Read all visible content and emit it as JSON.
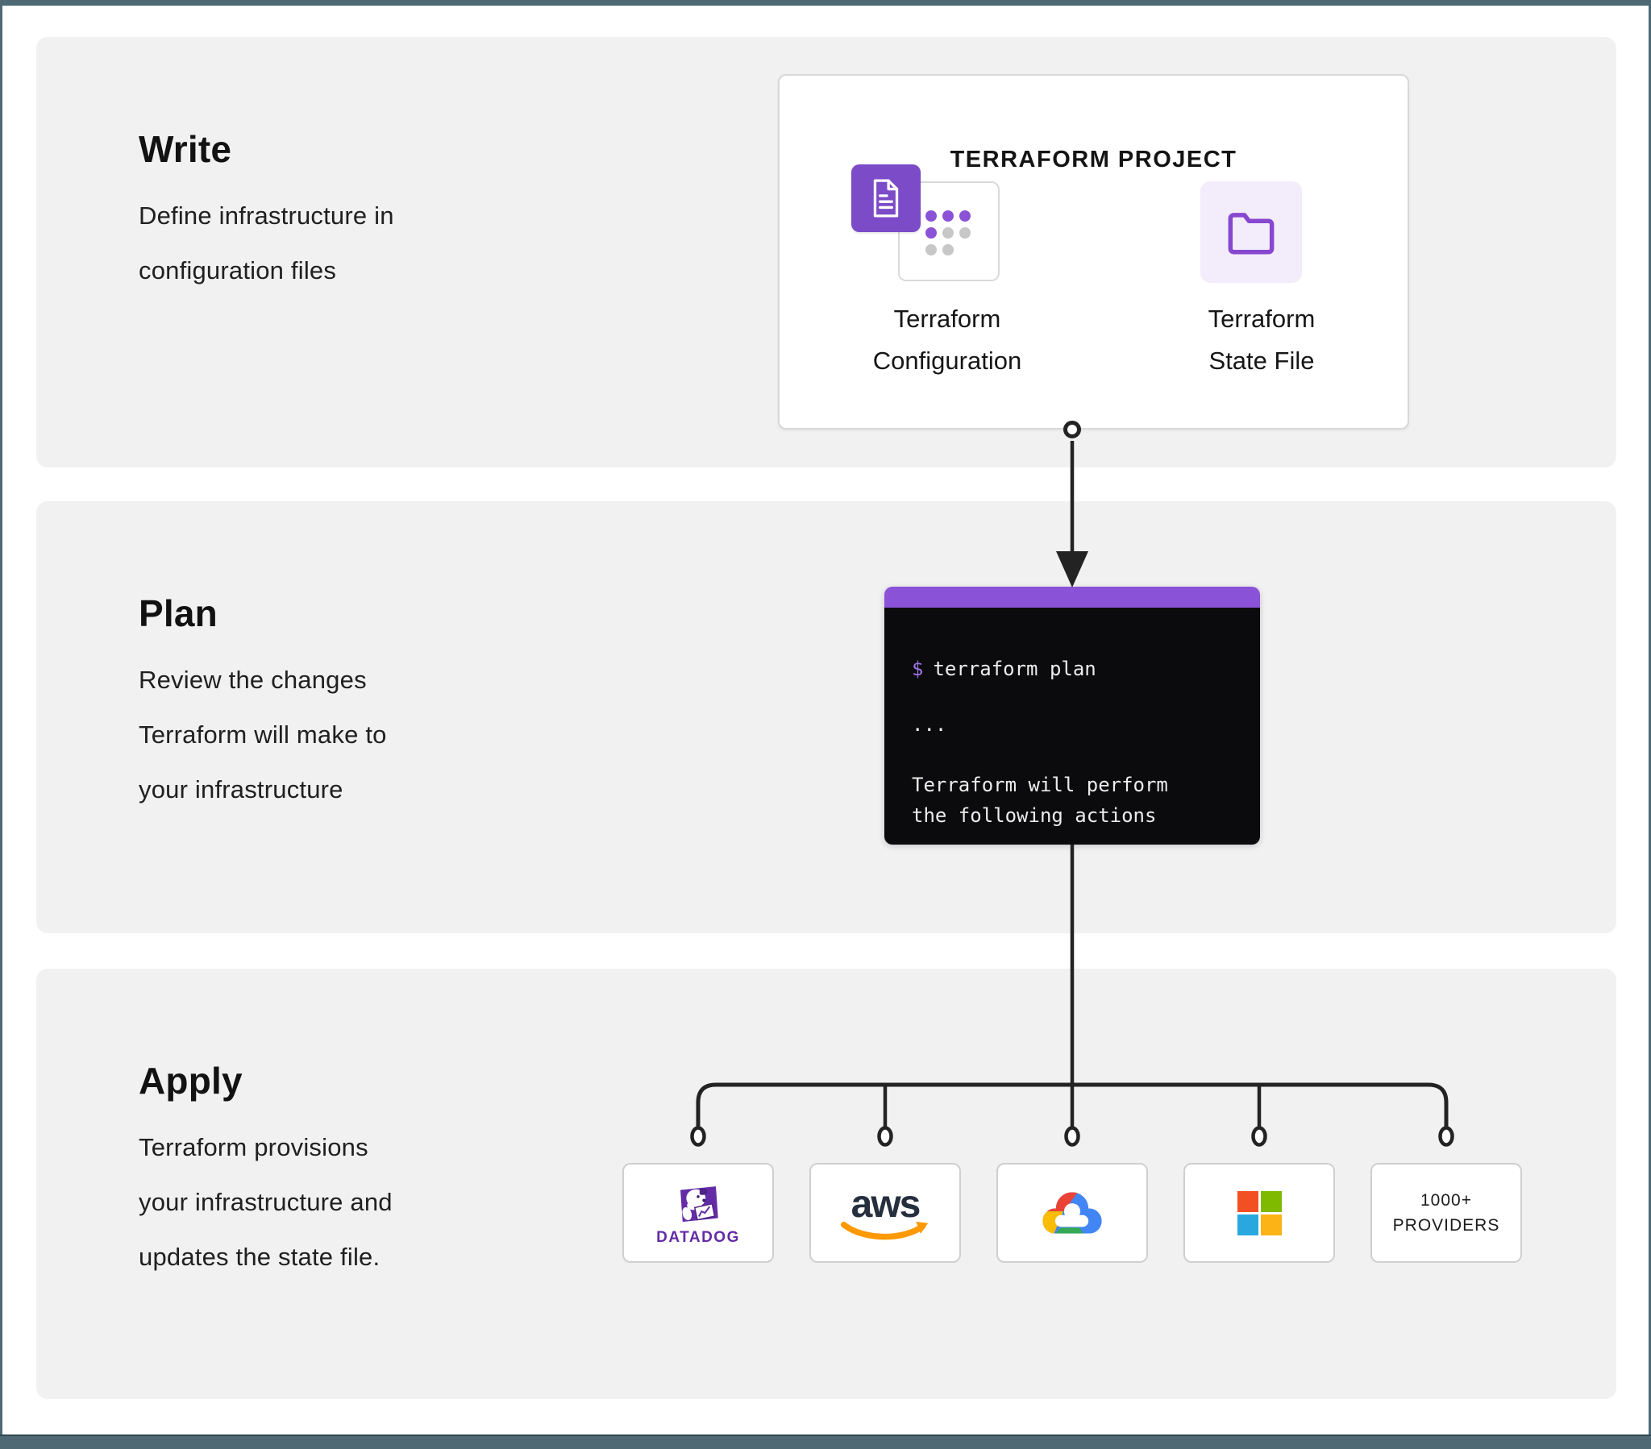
{
  "sections": {
    "write": {
      "heading": "Write",
      "line1": "Define infrastructure in",
      "line2": "configuration files"
    },
    "plan": {
      "heading": "Plan",
      "line1": "Review the changes",
      "line2": "Terraform will make to",
      "line3": "your infrastructure"
    },
    "apply": {
      "heading": "Apply",
      "line1": "Terraform provisions",
      "line2": "your infrastructure and",
      "line3": "updates the state file."
    }
  },
  "project_card": {
    "title": "TERRAFORM PROJECT",
    "config_label_line1": "Terraform",
    "config_label_line2": "Configuration",
    "state_label_line1": "Terraform",
    "state_label_line2": "State File"
  },
  "terminal": {
    "prompt": "$",
    "command": "terraform plan",
    "ellipsis": "...",
    "output_line1": "Terraform will perform",
    "output_line2": "the following actions"
  },
  "providers": {
    "datadog_wordmark": "DATADOG",
    "aws_wordmark": "aws",
    "more_line1": "1000+",
    "more_line2": "PROVIDERS"
  },
  "colors": {
    "frame": "#4e6974",
    "section_bg": "#f1f1f2",
    "accent_purple": "#8a52d6",
    "lavender": "#f3edfb",
    "terminal_bg": "#0b0b0d",
    "prompt_purple": "#9d74e8",
    "datadog_purple": "#632ca6",
    "aws_navy": "#252f3e",
    "aws_orange": "#ff9900",
    "ms_red": "#f25022",
    "ms_green": "#7fba00",
    "ms_blue": "#29a8e0",
    "ms_yellow": "#fcb316",
    "gcp_blue": "#4285f4",
    "gcp_red": "#ea4335",
    "gcp_yellow": "#fbbc05",
    "gcp_green": "#34a853"
  }
}
